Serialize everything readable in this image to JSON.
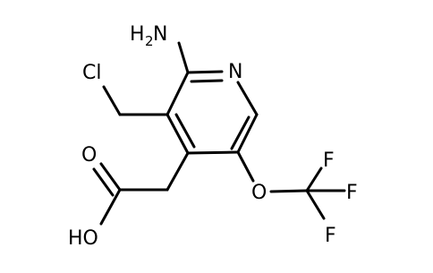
{
  "molecule": {
    "labels": {
      "amino_h": "H",
      "amino_h_sub": "2",
      "amino_n": "N",
      "ring_n": "N",
      "chloro": "Cl",
      "carbonyl_o": "O",
      "hydroxyl": "HO",
      "ether_o": "O",
      "fluorine_top": "F",
      "fluorine_right": "F",
      "fluorine_bottom": "F"
    }
  }
}
